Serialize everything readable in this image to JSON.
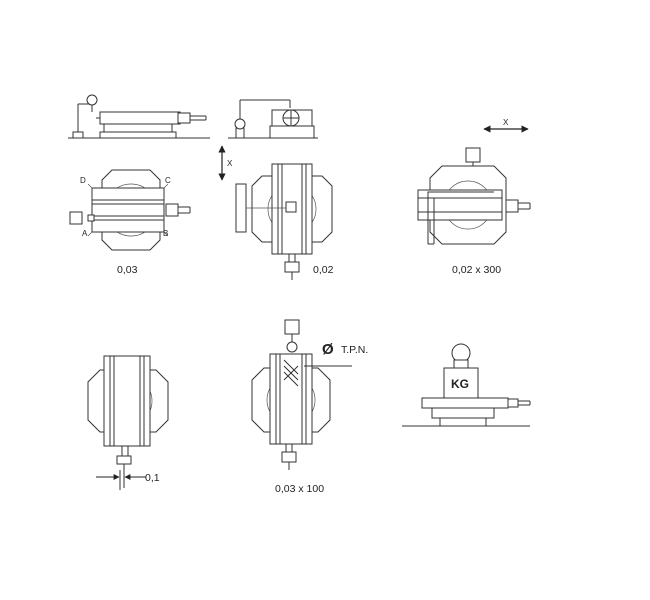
{
  "captions": {
    "fig1": "0,03",
    "fig2": "0,02",
    "fig3": "0,02 x 300",
    "fig4": "0,1",
    "fig5": "0,03 x 100",
    "tpn": "T.P.N.",
    "diameter_symbol": "Ø",
    "weight": "KG"
  },
  "axis_labels": {
    "x_vertical": "X",
    "x_horizontal": "X"
  },
  "corners": {
    "a": "A",
    "b": "B",
    "c": "C",
    "d": "D"
  }
}
